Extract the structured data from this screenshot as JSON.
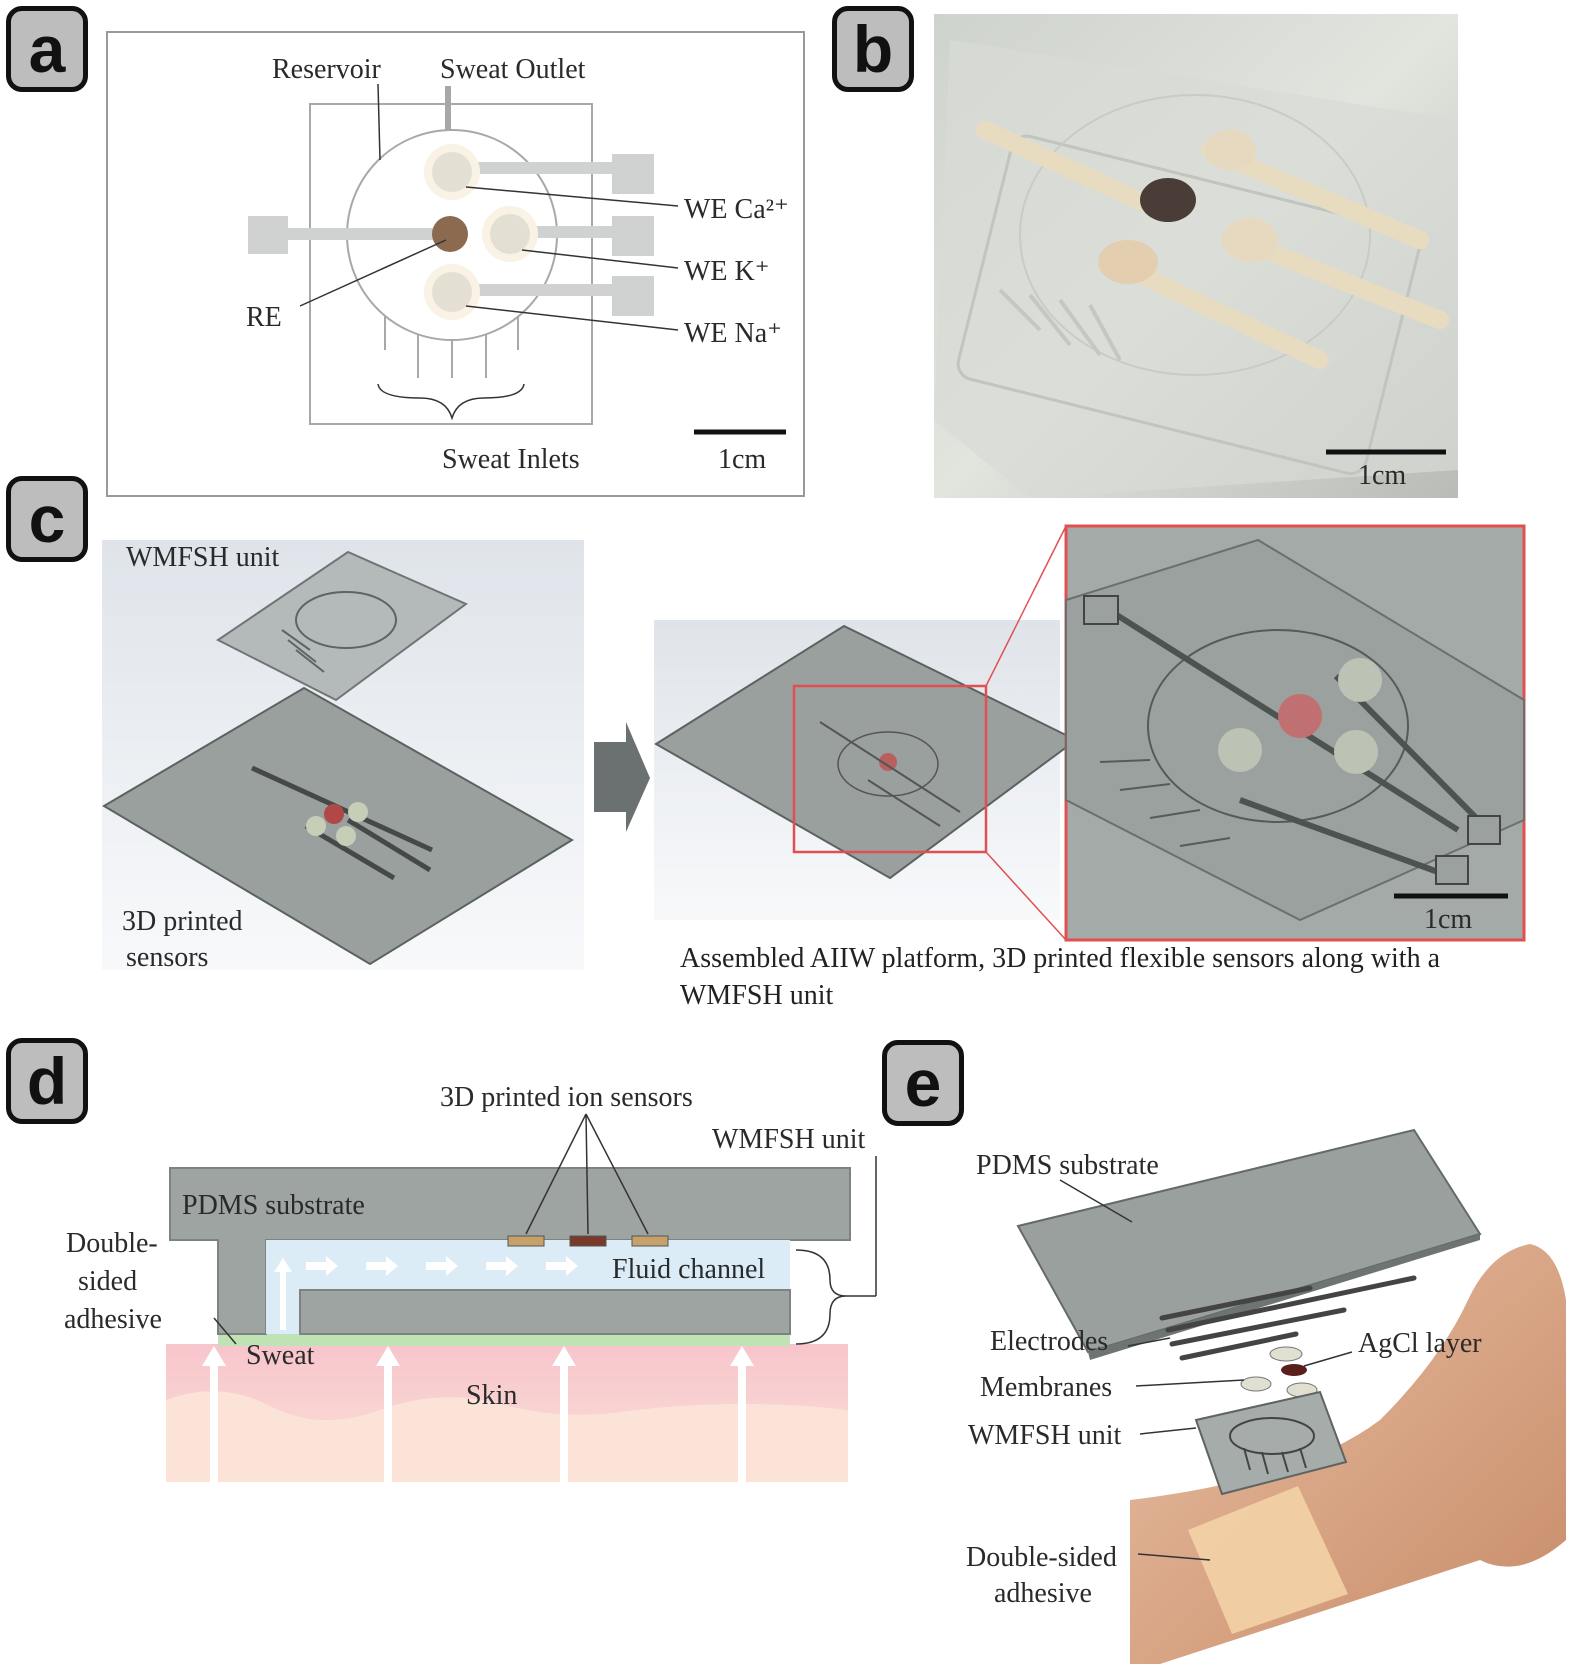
{
  "panels": {
    "a": {
      "badge": "a",
      "labels": {
        "reservoir": "Reservoir",
        "sweat_outlet": "Sweat Outlet",
        "we_ca": "WE Ca²⁺",
        "we_k": "WE K⁺",
        "we_na": "WE Na⁺",
        "re": "RE",
        "sweat_inlets": "Sweat Inlets",
        "scale": "1cm"
      }
    },
    "b": {
      "badge": "b",
      "scale": "1cm"
    },
    "c": {
      "badge": "c",
      "wmfsh_unit": "WMFSH unit",
      "sensors_line1": "3D printed",
      "sensors_line2": "sensors",
      "caption": "Assembled AIIW platform, 3D printed flexible sensors along with a WMFSH unit",
      "scale": "1cm"
    },
    "d": {
      "badge": "d",
      "ion_sensors": "3D printed ion sensors",
      "wmfsh_unit": "WMFSH unit",
      "pdms": "PDMS substrate",
      "adhesive_1": "Double-",
      "adhesive_2": "sided",
      "adhesive_3": "adhesive",
      "fluid_channel": "Fluid channel",
      "sweat": "Sweat",
      "skin": "Skin"
    },
    "e": {
      "badge": "e",
      "pdms": "PDMS substrate",
      "electrodes": "Electrodes",
      "agcl": "AgCl layer",
      "membranes": "Membranes",
      "wmfsh_unit": "WMFSH unit",
      "adhesive_1": "Double-sided",
      "adhesive_2": "adhesive"
    }
  },
  "colors": {
    "reference_electrode": "#8b6a4f",
    "working_electrode": "#e6e0d2",
    "pdms": "#9ea4a2",
    "sensor_highlight": "#b85c5c",
    "skin": "#f7c9cf",
    "adhesive": "#bfe3b4",
    "channel": "#dcecf7",
    "zoom_frame": "#e05050"
  }
}
